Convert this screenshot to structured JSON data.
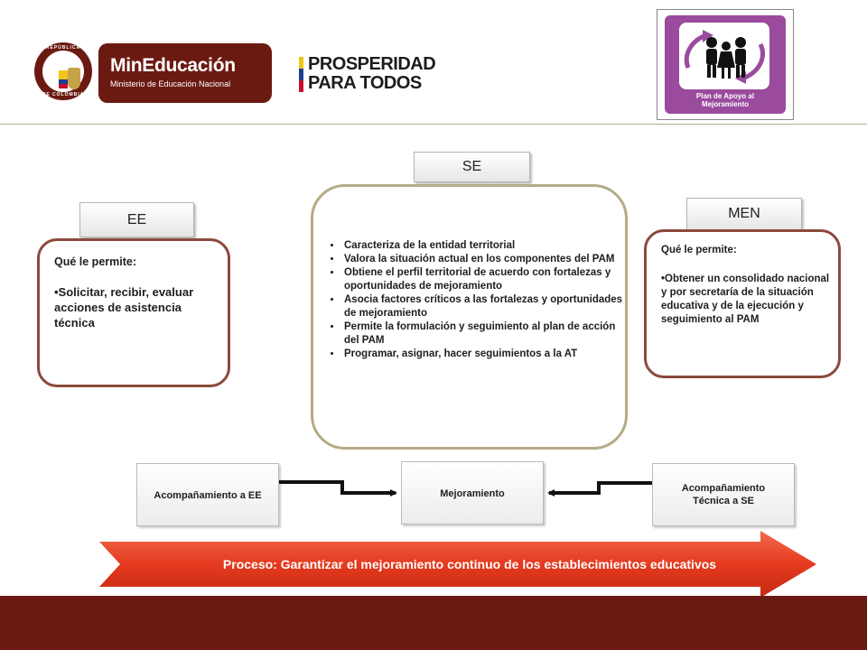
{
  "header": {
    "seal": {
      "top_text": "REPÚBLICA",
      "bottom_text": "DE COLOMBIA"
    },
    "min_logo": {
      "title": "MinEducación",
      "subtitle": "Ministerio de Educación Nacional"
    },
    "prosperidad": {
      "line1": "PROSPERIDAD",
      "line2": "PARA TODOS"
    },
    "pam_logo": {
      "line1": "Plan de Apoyo al",
      "line2": "Mejoramiento"
    }
  },
  "nodes": {
    "se": {
      "label": "SE",
      "items": [
        "Caracteriza de la entidad territorial",
        "Valora la situación actual en los componentes del PAM",
        "Obtiene el perfil territorial  de acuerdo con fortalezas y oportunidades de mejoramiento",
        "Asocia factores críticos a las fortalezas y oportunidades de mejoramiento",
        "Permite la formulación y seguimiento al plan de acción del PAM",
        "Programar, asignar, hacer seguimientos a la AT"
      ]
    },
    "ee": {
      "label": "EE",
      "heading": "Qué le permite:",
      "item": "•Solicitar, recibir, evaluar acciones de asistencia técnica"
    },
    "men": {
      "label": "MEN",
      "heading": "Qué le permite:",
      "item": "•Obtener un consolidado nacional y por secretaría de la situación educativa y de la ejecución y seguimiento al PAM"
    }
  },
  "flow": {
    "left": "Acompañamiento a EE",
    "center": "Mejoramiento",
    "right_line1": "Acompañamiento",
    "right_line2": "Técnica a SE"
  },
  "process": {
    "text": "Proceso: Garantizar el mejoramiento continuo de los establecimientos educativos"
  },
  "colors": {
    "brand": "#6b1a12",
    "box_border_ee_men": "#8b4a3c",
    "box_border_se": "#b5ab86",
    "arrow_red": "#e53a1f",
    "pam_purple": "#9a4b9e"
  }
}
